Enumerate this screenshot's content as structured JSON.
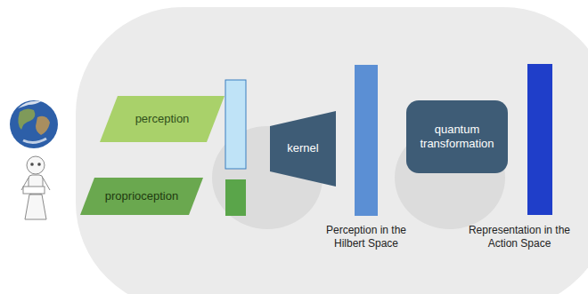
{
  "diagram": {
    "nodes": [
      {
        "text": [
          "perception"
        ]
      },
      {
        "text": [
          "proprioception"
        ]
      },
      {
        "text": [
          "kernel"
        ]
      },
      {
        "text": [
          "Perception in the Hilbert Space"
        ]
      },
      {
        "text": [
          "quantum transformation"
        ]
      },
      {
        "text": [
          "Representation in the Action Space"
        ]
      }
    ]
  }
}
